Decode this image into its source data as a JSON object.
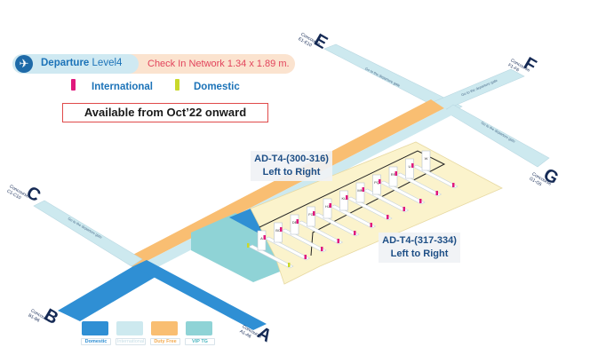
{
  "header": {
    "departure_bold": "Departure",
    "departure_level": "Level4",
    "network_label": "Check In Network 1.34 x 1.89 m.",
    "plane_icon": "airplane-icon"
  },
  "legend_top": [
    {
      "label": "International",
      "color": "#e0197d"
    },
    {
      "label": "Domestic",
      "color": "#c9d82b"
    }
  ],
  "notice": "Available from Oct’22 onward",
  "callouts": [
    {
      "line1": "AD-T4-(300-316)",
      "line2": "Left to Right"
    },
    {
      "line1": "AD-T4-(317-334)",
      "line2": "Left to Right"
    }
  ],
  "concourses": [
    {
      "letter": "E",
      "sub": "Concourse E1-E10"
    },
    {
      "letter": "F",
      "sub": "Concourse F1-F6"
    },
    {
      "letter": "G",
      "sub": "Concourse G1-G5"
    },
    {
      "letter": "C",
      "sub": "Concourse C1-C10"
    },
    {
      "letter": "B",
      "sub": "Concourse B1-B6"
    },
    {
      "letter": "A",
      "sub": "Concourse A1-A6"
    }
  ],
  "corridor_text": "Go to the departure gate",
  "checkin_rows": [
    "A",
    "BC",
    "DE",
    "FG",
    "HJ",
    "KL",
    "MN",
    "PQ",
    "RS",
    "U",
    "W"
  ],
  "bottom_legend": [
    {
      "label": "Domestic",
      "color": "#2f8fd4",
      "text_color": "#2f8fd4"
    },
    {
      "label": "International",
      "color": "#cde9ef",
      "text_color": "#c5dde6"
    },
    {
      "label": "Duty Free",
      "color": "#f9be72",
      "text_color": "#f3a94c"
    },
    {
      "label": "VIP TG",
      "color": "#8fd3d6",
      "text_color": "#4ab6c0"
    }
  ],
  "colors": {
    "domestic": "#2f8fd4",
    "international": "#cde9ef",
    "duty_free": "#f9be72",
    "vip": "#8fd3d6",
    "checkin_floor": "#fbf3cc",
    "navy": "#152a55"
  }
}
